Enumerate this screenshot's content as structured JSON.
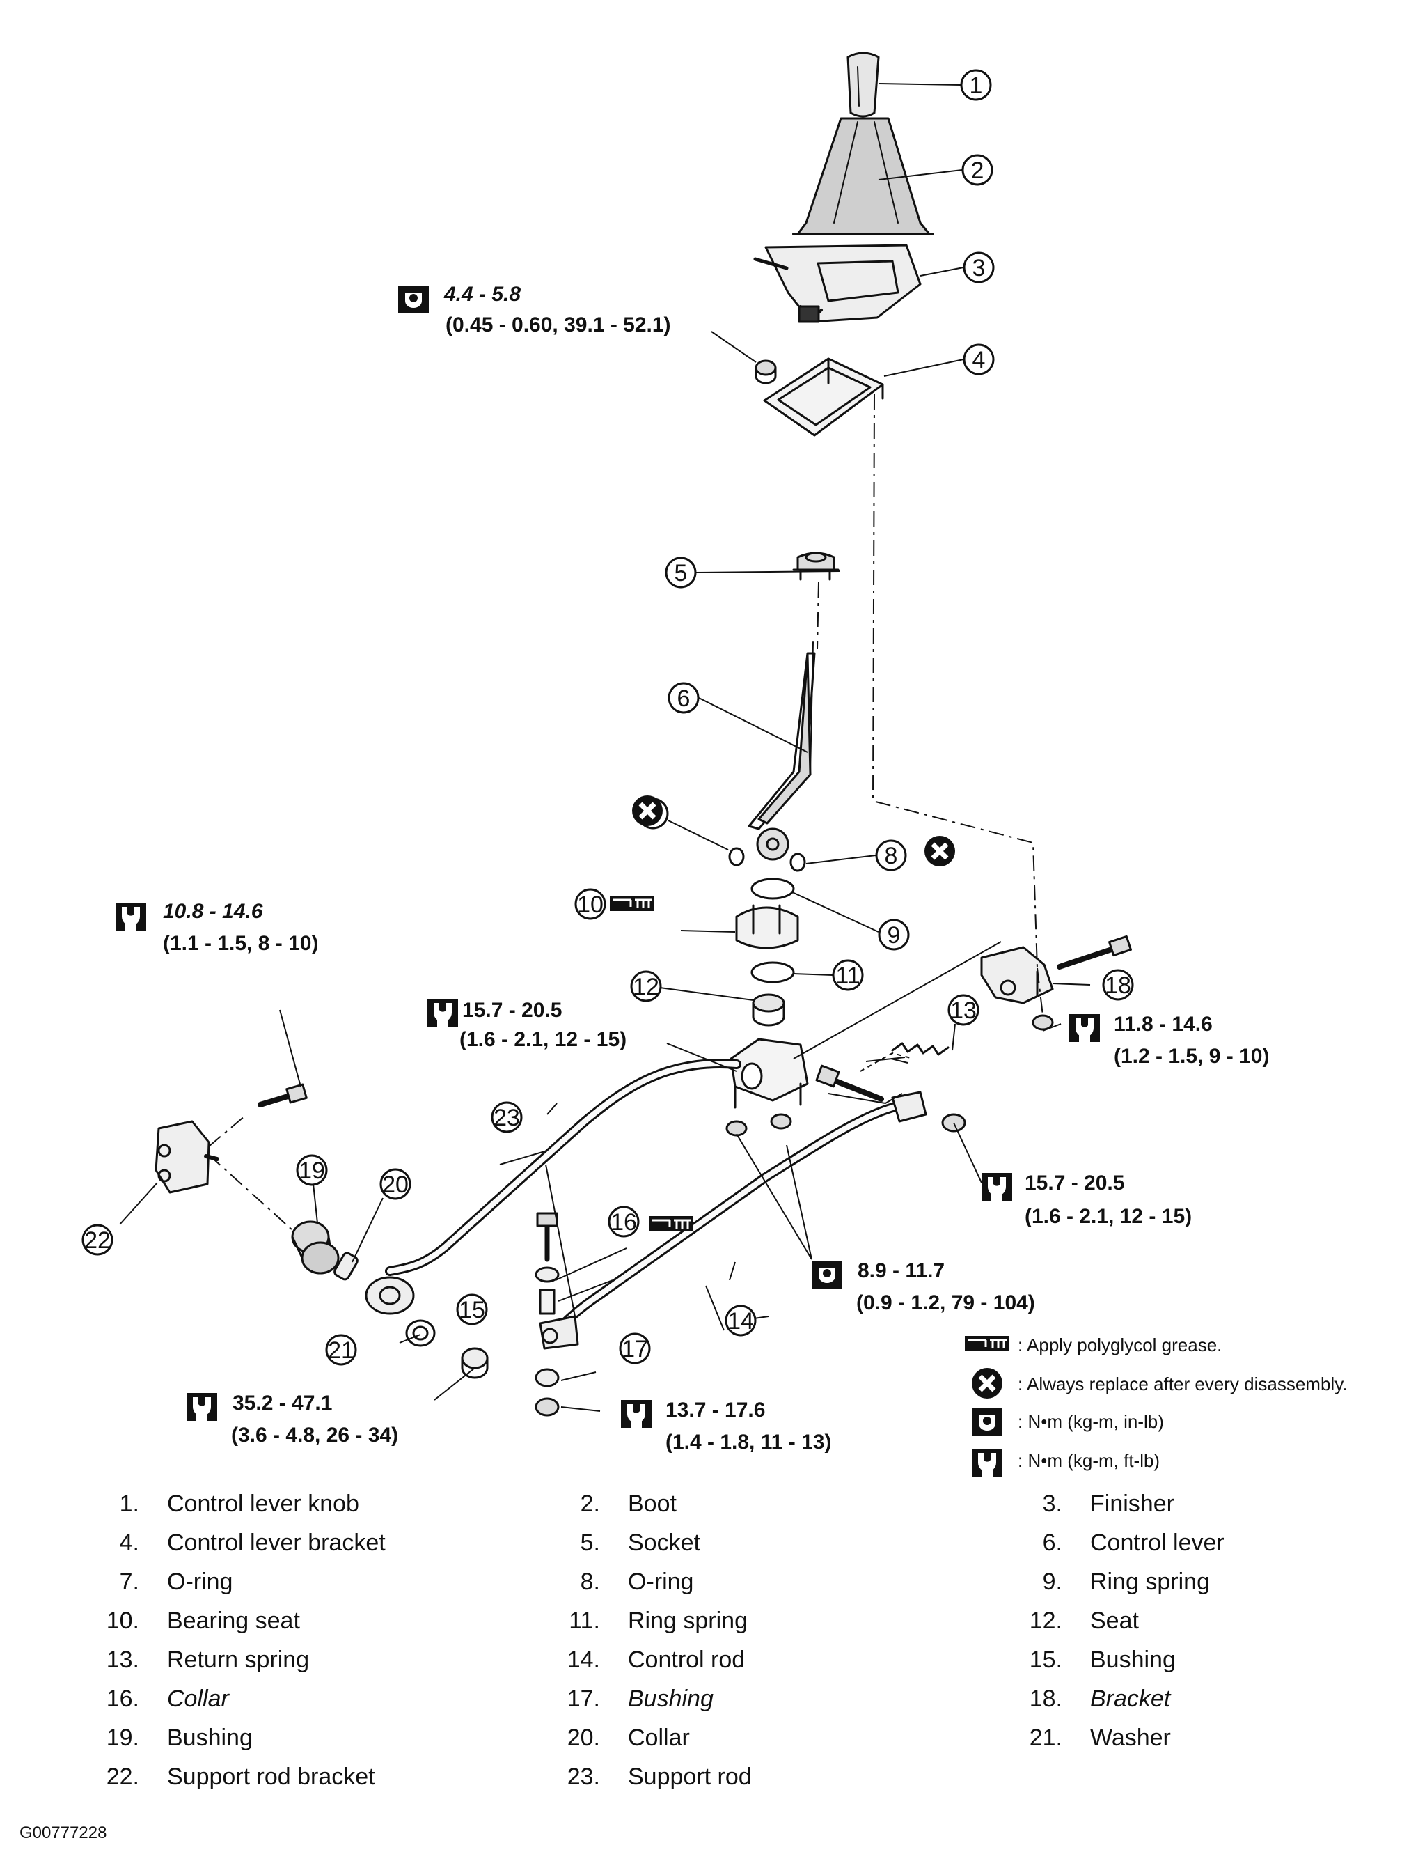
{
  "torque_specs": [
    {
      "id": "t1",
      "value": "4.4 - 5.8",
      "sub": "(0.45 - 0.60, 39.1 - 52.1)",
      "unit_icon": "torque-in-lb-icon"
    },
    {
      "id": "t2",
      "value": "10.8 - 14.6",
      "sub": "(1.1 - 1.5, 8 - 10)",
      "unit_icon": "torque-ft-lb-icon"
    },
    {
      "id": "t3",
      "value": "15.7 - 20.5",
      "sub": "(1.6 - 2.1, 12 - 15)",
      "unit_icon": "torque-ft-lb-icon"
    },
    {
      "id": "t4",
      "value": "11.8 - 14.6",
      "sub": "(1.2 - 1.5, 9 - 10)",
      "unit_icon": "torque-ft-lb-icon"
    },
    {
      "id": "t5",
      "value": "15.7 - 20.5",
      "sub": "(1.6 - 2.1, 12 - 15)",
      "unit_icon": "torque-ft-lb-icon"
    },
    {
      "id": "t6",
      "value": "8.9 - 11.7",
      "sub": "(0.9 - 1.2, 79 - 104)",
      "unit_icon": "torque-in-lb-icon"
    },
    {
      "id": "t7",
      "value": "35.2 - 47.1",
      "sub": "(3.6 - 4.8, 26 - 34)",
      "unit_icon": "torque-ft-lb-icon"
    },
    {
      "id": "t8",
      "value": "13.7 - 17.6",
      "sub": "(1.4 - 1.8, 11 - 13)",
      "unit_icon": "torque-ft-lb-icon"
    }
  ],
  "callouts": [
    "1",
    "2",
    "3",
    "4",
    "5",
    "6",
    "7",
    "8",
    "9",
    "10",
    "11",
    "12",
    "13",
    "14",
    "15",
    "16",
    "17",
    "18",
    "19",
    "20",
    "21",
    "22",
    "23"
  ],
  "legend": [
    {
      "icon": "polyglycol-grease-icon",
      "text": ": Apply polyglycol grease."
    },
    {
      "icon": "replace-x-icon",
      "text": ": Always replace after every disassembly."
    },
    {
      "icon": "torque-in-lb-icon",
      "text": ": N•m (kg-m, in-lb)"
    },
    {
      "icon": "torque-ft-lb-icon",
      "text": ": N•m (kg-m, ft-lb)"
    }
  ],
  "parts": [
    {
      "num": "1.",
      "name": "Control lever knob"
    },
    {
      "num": "2.",
      "name": "Boot"
    },
    {
      "num": "3.",
      "name": "Finisher"
    },
    {
      "num": "4.",
      "name": "Control lever bracket"
    },
    {
      "num": "5.",
      "name": "Socket"
    },
    {
      "num": "6.",
      "name": "Control lever"
    },
    {
      "num": "7.",
      "name": "O-ring"
    },
    {
      "num": "8.",
      "name": "O-ring"
    },
    {
      "num": "9.",
      "name": "Ring spring"
    },
    {
      "num": "10.",
      "name": "Bearing seat"
    },
    {
      "num": "11.",
      "name": "Ring spring"
    },
    {
      "num": "12.",
      "name": "Seat"
    },
    {
      "num": "13.",
      "name": "Return spring"
    },
    {
      "num": "14.",
      "name": "Control rod"
    },
    {
      "num": "15.",
      "name": "Bushing"
    },
    {
      "num": "16.",
      "name": "Collar"
    },
    {
      "num": "17.",
      "name": "Bushing"
    },
    {
      "num": "18.",
      "name": "Bracket"
    },
    {
      "num": "19.",
      "name": "Bushing"
    },
    {
      "num": "20.",
      "name": "Collar"
    },
    {
      "num": "21.",
      "name": "Washer"
    },
    {
      "num": "22.",
      "name": "Support rod bracket"
    },
    {
      "num": "23.",
      "name": "Support rod"
    }
  ],
  "figure_code": "G00777228"
}
